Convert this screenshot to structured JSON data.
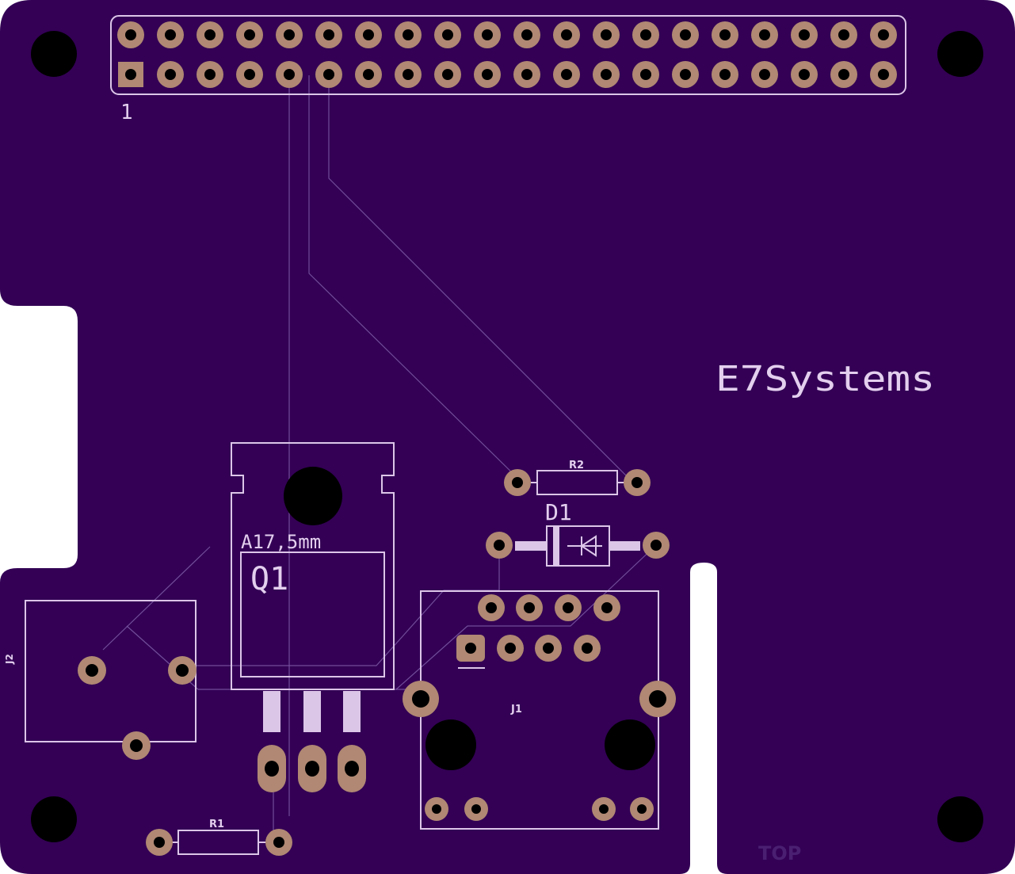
{
  "board": {
    "brand": "E7Systems",
    "layer": "TOP",
    "colors": {
      "substrate": "#330055",
      "silkscreen": "#dcc6e8",
      "pad": "#b08873",
      "hole": "#000000"
    }
  },
  "header": {
    "pin1_label": "1",
    "pins_per_row": 20,
    "rows": 2
  },
  "components": {
    "q1": {
      "ref": "Q1",
      "value": "A17,5mm"
    },
    "d1": {
      "ref": "D1"
    },
    "r1": {
      "ref": "R1"
    },
    "r2": {
      "ref": "R2"
    },
    "j1": {
      "ref": "J1"
    },
    "j2": {
      "ref": "J2"
    }
  }
}
